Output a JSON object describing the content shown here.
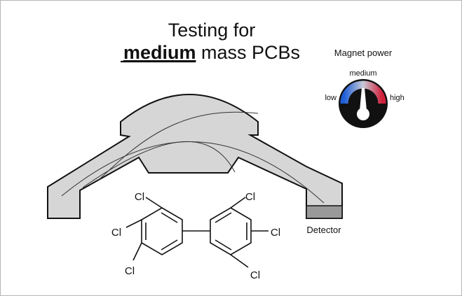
{
  "title": {
    "line1": "Testing for",
    "emphasis": "medium",
    "line2_rest": " mass PCBs"
  },
  "gauge": {
    "title": "Magnet power",
    "label_low": "low",
    "label_medium": "medium",
    "label_high": "high",
    "level": "medium",
    "colors": {
      "low": "#3366cc",
      "high": "#cc2233",
      "face": "#111111"
    }
  },
  "detector": {
    "label": "Detector",
    "color": "#999999"
  },
  "spectrometer": {
    "fill": "#d6d6d6",
    "stroke": "#111111"
  },
  "molecule": {
    "substituent": "Cl",
    "labels": [
      "Cl",
      "Cl",
      "Cl",
      "Cl",
      "Cl",
      "Cl"
    ]
  }
}
